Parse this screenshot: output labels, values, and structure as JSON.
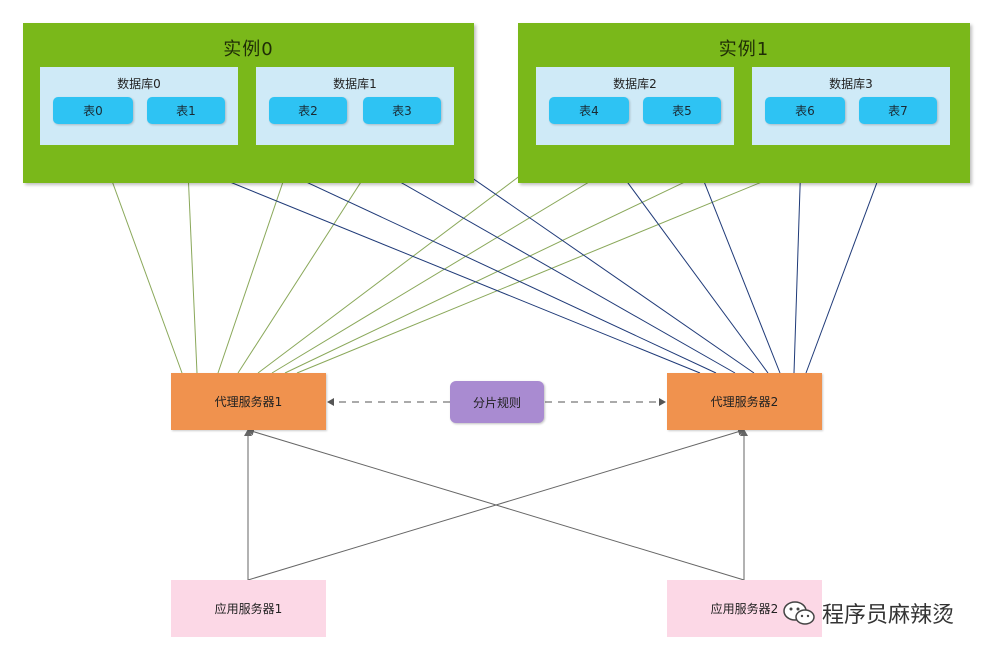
{
  "instances": [
    {
      "title": "实例0",
      "databases": [
        {
          "title": "数据库0",
          "tables": [
            "表0",
            "表1"
          ]
        },
        {
          "title": "数据库1",
          "tables": [
            "表2",
            "表3"
          ]
        }
      ]
    },
    {
      "title": "实例1",
      "databases": [
        {
          "title": "数据库2",
          "tables": [
            "表4",
            "表5"
          ]
        },
        {
          "title": "数据库3",
          "tables": [
            "表6",
            "表7"
          ]
        }
      ]
    }
  ],
  "proxies": [
    "代理服务器1",
    "代理服务器2"
  ],
  "rule": "分片规则",
  "apps": [
    "应用服务器1",
    "应用服务器2"
  ],
  "watermark": "程序员麻辣烫",
  "colors": {
    "instance": "#7ab81a",
    "database": "#cfeaf7",
    "table": "#2ec3f3",
    "proxy": "#f0924e",
    "rule": "#a98bd1",
    "app": "#fcd8e6",
    "edge_proxy1": "#8aa85a",
    "edge_proxy2": "#1f3a78",
    "edge_app": "#666666"
  }
}
